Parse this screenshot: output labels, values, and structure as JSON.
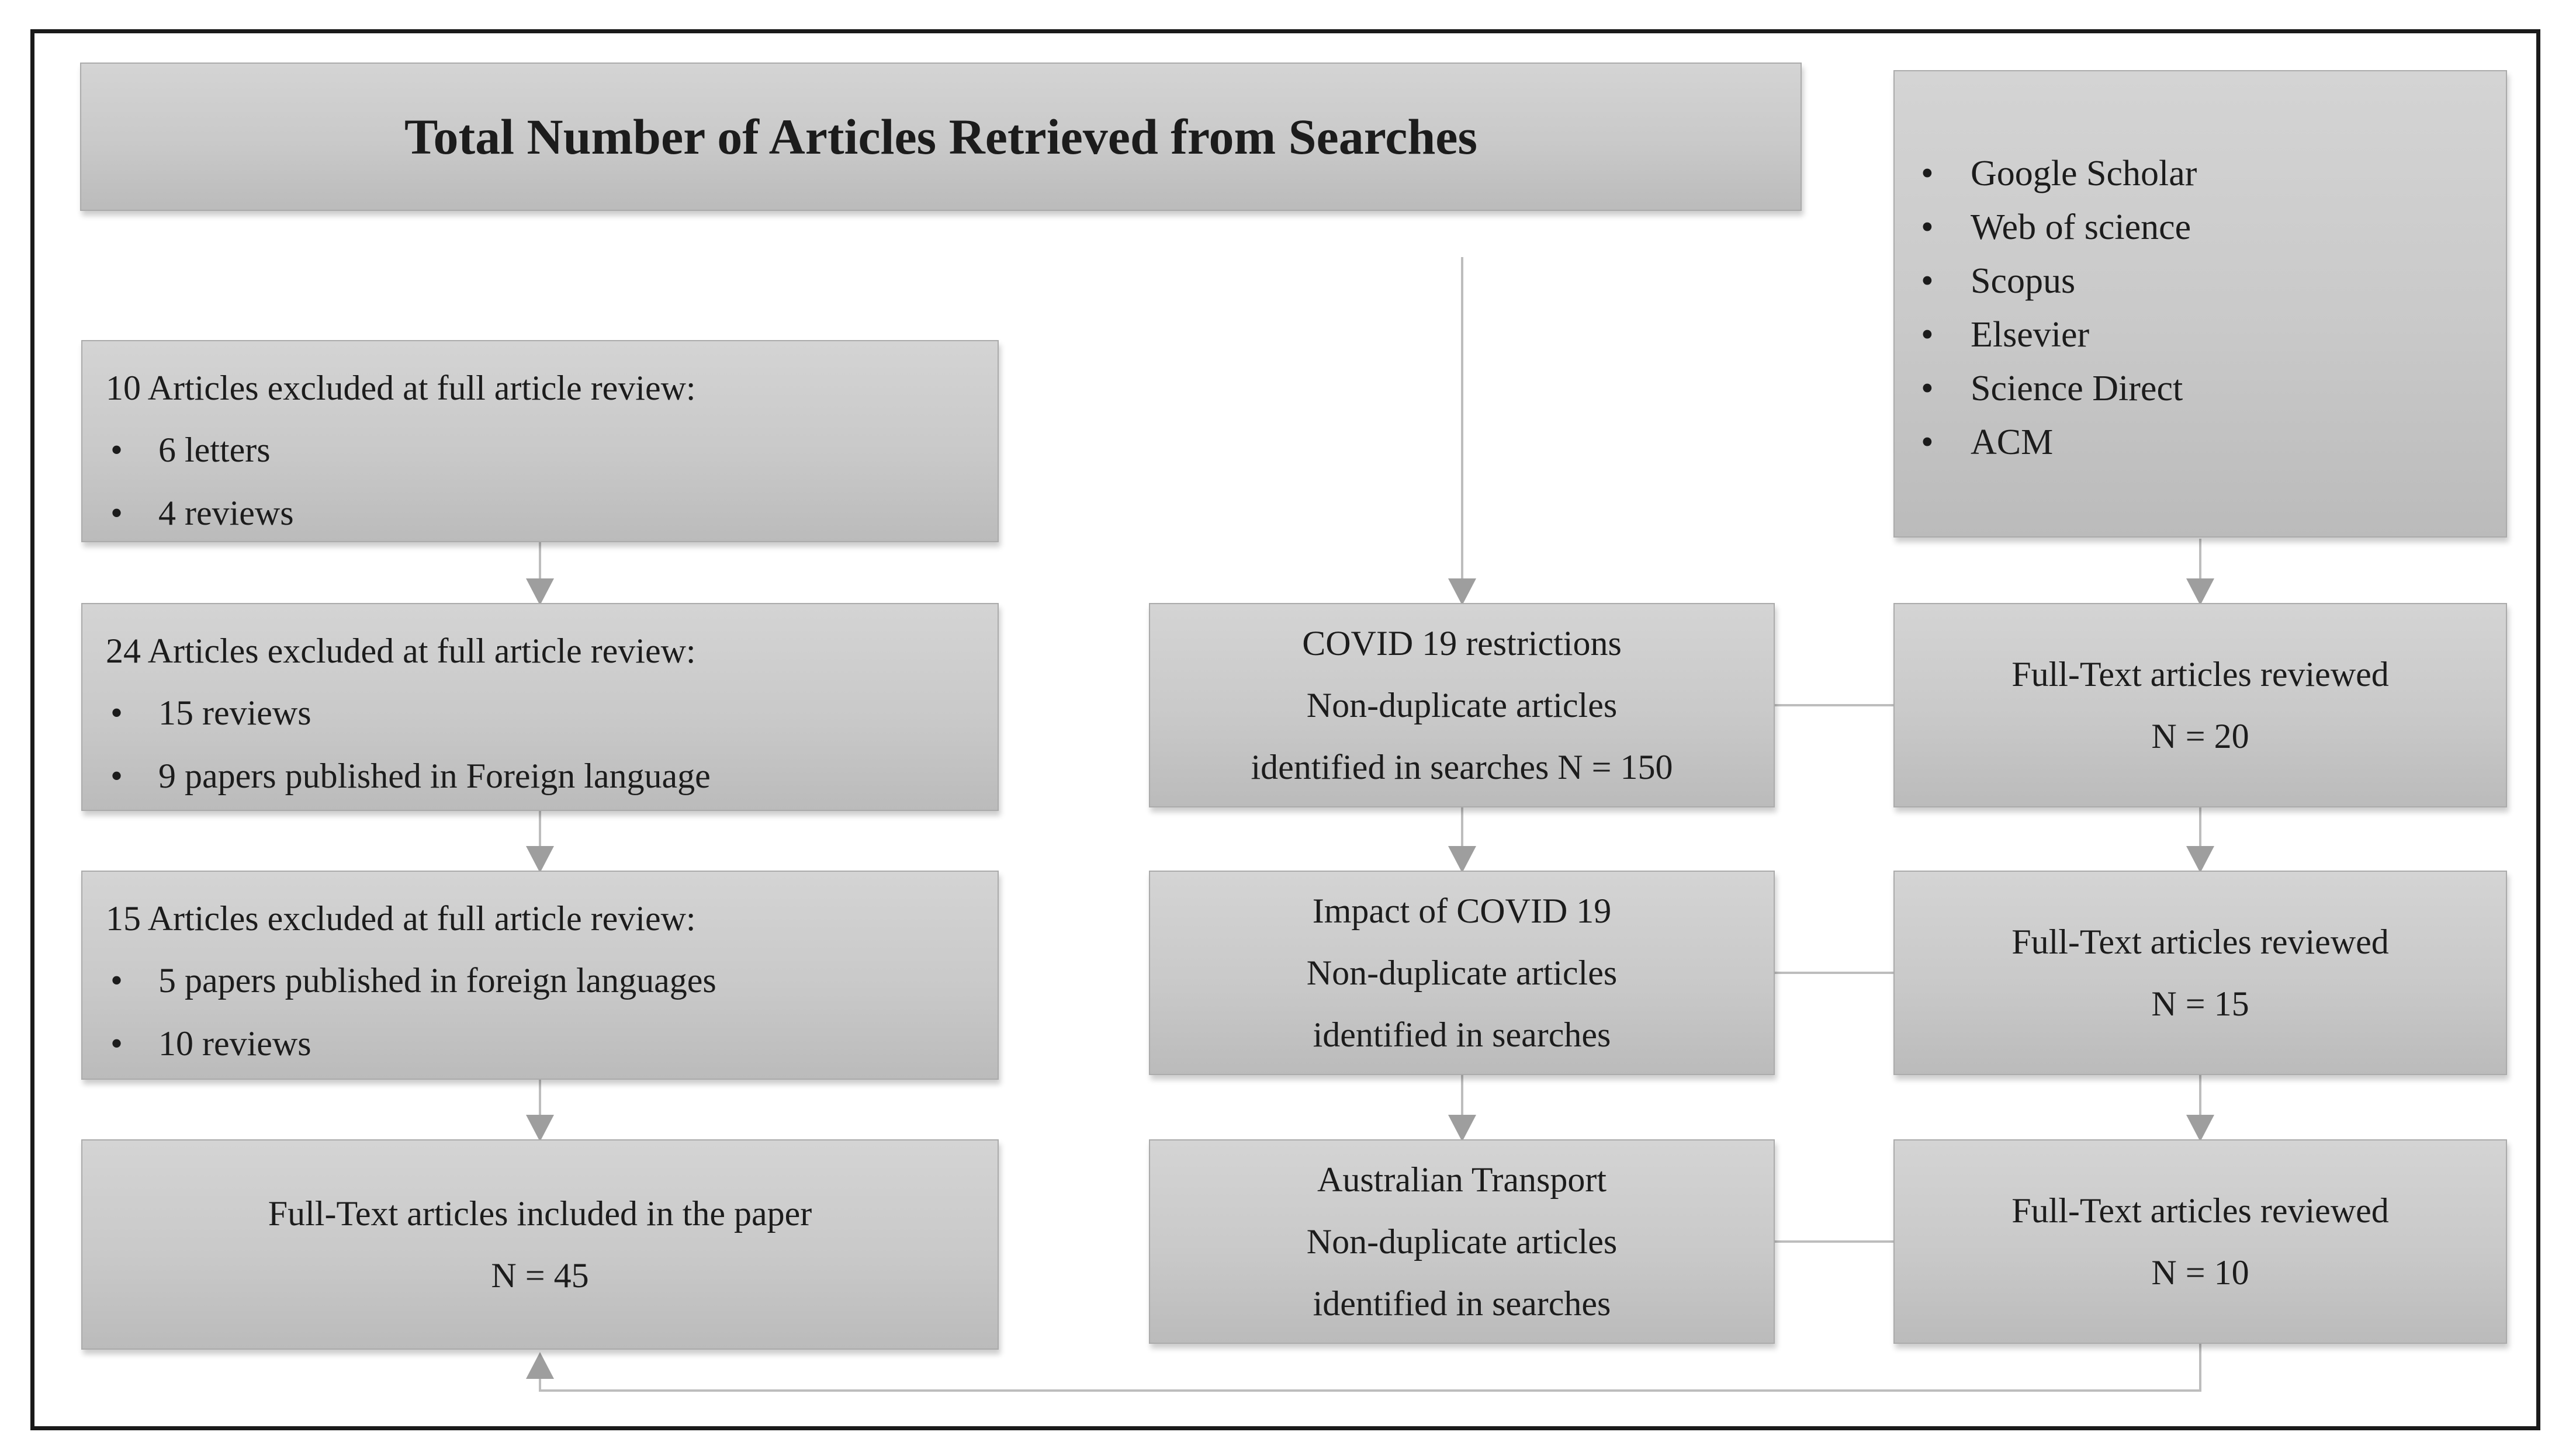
{
  "bullet_char": "•",
  "title_box": {
    "text": "Total Number of Articles Retrieved from Searches"
  },
  "sources_box": {
    "items": [
      "Google Scholar",
      "Web of science",
      "Scopus",
      "Elsevier",
      "Science Direct",
      "ACM"
    ]
  },
  "left_column": {
    "box1": {
      "heading": "10 Articles excluded at full article review:",
      "bullets": [
        "6 letters",
        "4 reviews"
      ]
    },
    "box2": {
      "heading": "24 Articles excluded at full article review:",
      "bullets": [
        "15 reviews",
        "9 papers published in Foreign language"
      ]
    },
    "box3": {
      "heading": "15 Articles excluded at full article review:",
      "bullets": [
        "5 papers published in foreign languages",
        "10 reviews"
      ]
    },
    "box4": {
      "line1": "Full-Text articles included in the paper",
      "line2": "N = 45"
    }
  },
  "middle_column": {
    "box1": {
      "line1": "COVID 19 restrictions",
      "line2": "Non-duplicate articles",
      "line3": "identified in searches N = 150"
    },
    "box2": {
      "line1": "Impact of COVID 19",
      "line2": "Non-duplicate articles",
      "line3": "identified in searches"
    },
    "box3": {
      "line1": "Australian Transport",
      "line2": "Non-duplicate articles",
      "line3": "identified in searches"
    }
  },
  "right_column": {
    "box1": {
      "line1": "Full-Text articles reviewed",
      "line2": "N = 20"
    },
    "box2": {
      "line1": "Full-Text articles reviewed",
      "line2": "N = 15"
    },
    "box3": {
      "line1": "Full-Text articles reviewed",
      "line2": "N = 10"
    }
  },
  "colors": {
    "frame": "#1a1a1a",
    "box_fill_top": "#d4d4d4",
    "box_fill_bottom": "#bbbbbb",
    "box_border": "#ababab",
    "connector_line": "#bdbdbd",
    "arrowhead": "#9e9e9e",
    "text": "#1c1c1c"
  }
}
